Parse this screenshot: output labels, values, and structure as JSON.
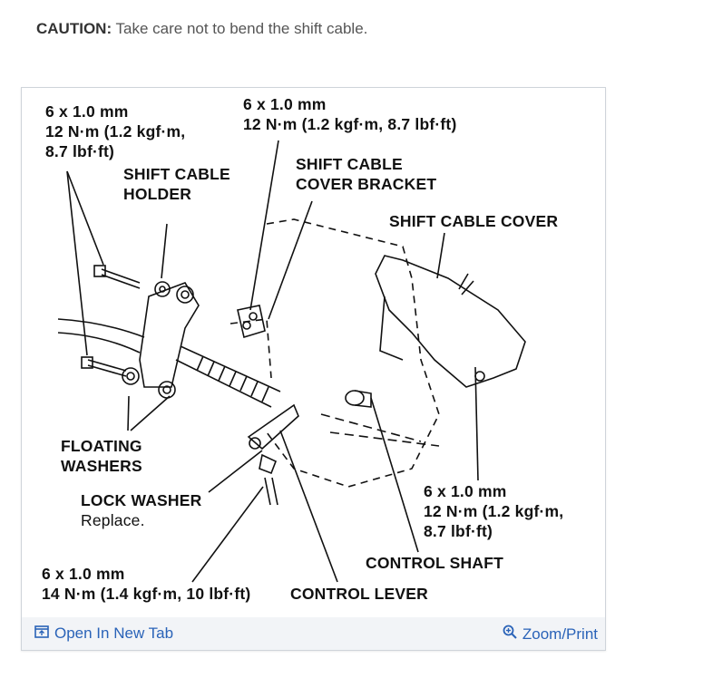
{
  "caution": {
    "label": "CAUTION:",
    "text": " Take care not to bend the shift cable."
  },
  "diagram": {
    "bolt_left_spec": [
      "6 x 1.0 mm",
      "12 N·m (1.2 kgf·m,",
      "8.7 lbf·ft)"
    ],
    "bolt_top_spec": [
      "6 x 1.0 mm",
      "12 N·m (1.2 kgf·m, 8.7 lbf·ft)"
    ],
    "shift_cable_holder": [
      "SHIFT CABLE",
      "HOLDER"
    ],
    "shift_cable_cover_bracket": [
      "SHIFT CABLE",
      "COVER BRACKET"
    ],
    "shift_cable_cover": "SHIFT CABLE COVER",
    "floating_washers": [
      "FLOATING",
      "WASHERS"
    ],
    "lock_washer": "LOCK WASHER",
    "lock_washer_note": "Replace.",
    "bolt_right_spec": [
      "6 x 1.0 mm",
      "12 N·m (1.2 kgf·m,",
      "8.7 lbf·ft)"
    ],
    "control_shaft": "CONTROL SHAFT",
    "bolt_bottom_spec": [
      "6 x 1.0 mm",
      "14 N·m (1.4 kgf·m, 10 lbf·ft)"
    ],
    "control_lever": "CONTROL LEVER"
  },
  "footer": {
    "open_new_tab": "Open In New Tab",
    "zoom_print": "Zoom/Print",
    "link_color": "#2a63b8"
  }
}
